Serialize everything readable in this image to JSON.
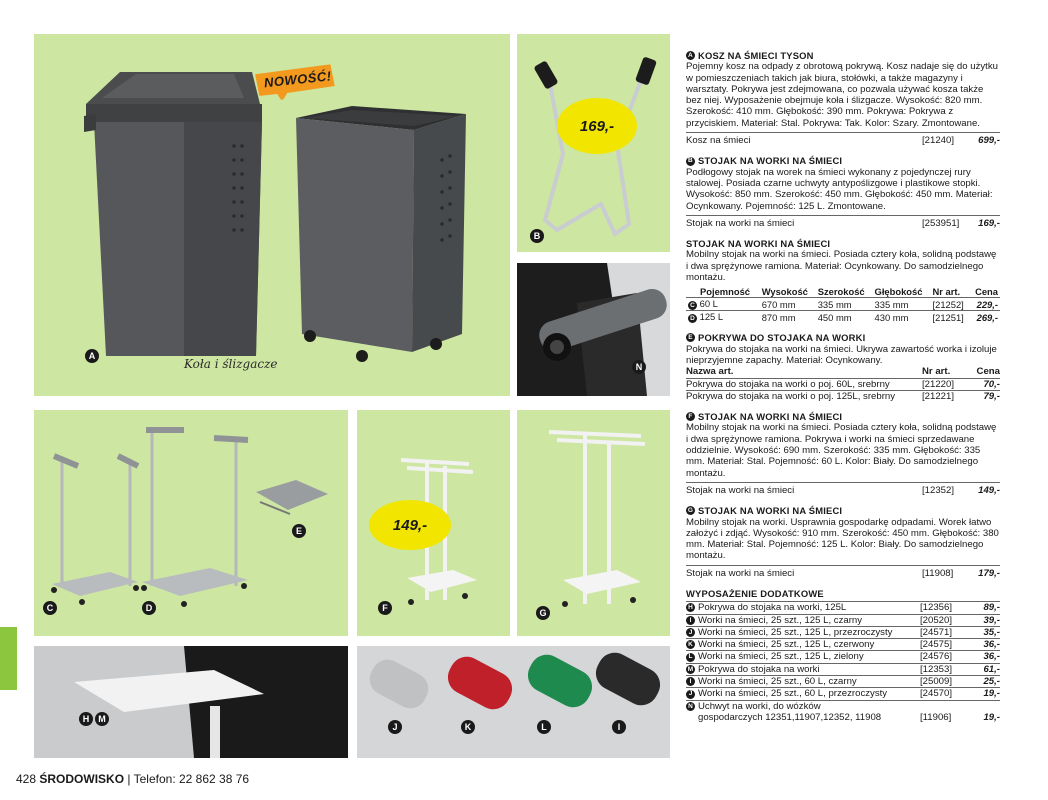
{
  "badges": {
    "new": "NOWOŚĆ!",
    "handwritten": "Koła i ślizgacze"
  },
  "prices_bursts": {
    "b": "169,-",
    "f": "149,-"
  },
  "letters": {
    "a": "A",
    "b": "B",
    "c": "C",
    "d": "D",
    "e": "E",
    "f": "F",
    "g": "G",
    "n": "N",
    "h": "H",
    "m": "M",
    "j": "J",
    "k": "K",
    "l": "L",
    "i": "I"
  },
  "sections": {
    "a": {
      "mark": "A",
      "title": "KOSZ NA ŚMIECI TYSON",
      "desc": "Pojemny kosz na odpady z obrotową pokrywą. Kosz nadaje się do użytku w pomieszczeniach takich jak biura, stołówki, a także magazyny i warsztaty. Pokrywa jest zdejmowana, co pozwala używać kosza także bez niej. Wyposażenie obejmuje koła i ślizgacze. Wysokość: 820 mm. Szerokość: 410 mm. Głębokość: 390 mm. Pokrywa: Pokrywa z przyciskiem. Materiał: Stal. Pokrywa: Tak. Kolor: Szary. Zmontowane.",
      "row": {
        "name": "Kosz na śmieci",
        "art": "[21240]",
        "price": "699,-"
      }
    },
    "b": {
      "mark": "B",
      "title": "STOJAK NA WORKI NA ŚMIECI",
      "desc": "Podłogowy stojak na worek na śmieci wykonany z pojedynczej rury stalowej. Posiada czarne uchwyty antypoślizgowe i plastikowe stopki. Wysokość: 850 mm. Szerokość: 450 mm. Głębokość: 450 mm. Materiał: Ocynkowany. Pojemność: 125 L. Zmontowane.",
      "row": {
        "name": "Stojak na worki na śmieci",
        "art": "[253951]",
        "price": "169,-"
      }
    },
    "cd": {
      "title": "STOJAK NA WORKI NA ŚMIECI",
      "desc": "Mobilny stojak na worki na śmieci. Posiada cztery koła, solidną podstawę i dwa sprężynowe ramiona. Materiał: Ocynkowany. Do samodzielnego montażu.",
      "headers": [
        "Pojemność",
        "Wysokość",
        "Szerokość",
        "Głębokość",
        "Nr art.",
        "Cena"
      ],
      "rows": [
        {
          "mark": "C",
          "cap": "60 L",
          "h": "670 mm",
          "w": "335 mm",
          "d": "335 mm",
          "art": "[21252]",
          "price": "229,-"
        },
        {
          "mark": "D",
          "cap": "125 L",
          "h": "870 mm",
          "w": "450 mm",
          "d": "430 mm",
          "art": "[21251]",
          "price": "269,-"
        }
      ]
    },
    "e": {
      "mark": "E",
      "title": "POKRYWA DO STOJAKA NA WORKI",
      "desc": "Pokrywa do stojaka na worki na śmieci. Ukrywa zawartość worka i izoluje nieprzyjemne zapachy. Materiał: Ocynkowany.",
      "headers": [
        "Nazwa art.",
        "Nr art.",
        "Cena"
      ],
      "rows": [
        {
          "name": "Pokrywa do stojaka na worki o poj. 60L, srebrny",
          "art": "[21220]",
          "price": "70,-"
        },
        {
          "name": "Pokrywa do stojaka na worki o poj. 125L, srebrny",
          "art": "[21221]",
          "price": "79,-"
        }
      ]
    },
    "f": {
      "mark": "F",
      "title": "STOJAK NA WORKI NA ŚMIECI",
      "desc": "Mobilny stojak na worki na śmieci. Posiada cztery koła, solidną podstawę i dwa sprężynowe ramiona. Pokrywa i worki na śmieci sprzedawane oddzielnie. Wysokość: 690 mm. Szerokość: 335 mm. Głębokość: 335 mm. Materiał: Stal. Pojemność: 60 L. Kolor: Biały. Do samodzielnego montażu.",
      "row": {
        "name": "Stojak na worki na śmieci",
        "art": "[12352]",
        "price": "149,-"
      }
    },
    "g": {
      "mark": "G",
      "title": "STOJAK NA WORKI NA ŚMIECI",
      "desc": "Mobilny stojak na worki. Usprawnia gospodarkę odpadami. Worek łatwo założyć i zdjąć. Wysokość: 910 mm. Szerokość: 450 mm. Głębokość: 380 mm. Materiał: Stal. Pojemność: 125 L. Kolor: Biały. Do samodzielnego montażu.",
      "row": {
        "name": "Stojak na worki na śmieci",
        "art": "[11908]",
        "price": "179,-"
      }
    },
    "acc": {
      "title": "WYPOSAŻENIE DODATKOWE",
      "rows": [
        {
          "mark": "H",
          "name": "Pokrywa do stojaka na worki, 125L",
          "art": "[12356]",
          "price": "89,-"
        },
        {
          "mark": "I",
          "name": "Worki na śmieci, 25 szt., 125 L, czarny",
          "art": "[20520]",
          "price": "39,-"
        },
        {
          "mark": "J",
          "name": "Worki na śmieci, 25 szt., 125 L, przezroczysty",
          "art": "[24571]",
          "price": "35,-"
        },
        {
          "mark": "K",
          "name": "Worki na śmieci, 25 szt., 125 L, czerwony",
          "art": "[24575]",
          "price": "36,-"
        },
        {
          "mark": "L",
          "name": "Worki na śmieci, 25 szt., 125 L, zielony",
          "art": "[24576]",
          "price": "36,-"
        },
        {
          "mark": "M",
          "name": "Pokrywa do stojaka na worki",
          "art": "[12353]",
          "price": "61,-"
        },
        {
          "mark": "I",
          "name": "Worki na śmieci, 25 szt., 60 L, czarny",
          "art": "[25009]",
          "price": "25,-"
        },
        {
          "mark": "J",
          "name": "Worki na śmieci, 25 szt., 60 L, przezroczysty",
          "art": "[24570]",
          "price": "19,-"
        },
        {
          "mark": "N",
          "name": "Uchwyt na worki, do wózków gospodarczych 12351,11907,12352, 11908",
          "art": "[11906]",
          "price": "19,-"
        }
      ]
    }
  },
  "footer": {
    "page": "428",
    "section": "ŚRODOWISKO",
    "phone": "| Telefon: 22 862 38 76"
  },
  "colors": {
    "panel_green": "#cde6a2",
    "tab_green": "#8cc63f",
    "burst_yellow": "#f2e600",
    "badge_orange": "#f39a1e"
  }
}
